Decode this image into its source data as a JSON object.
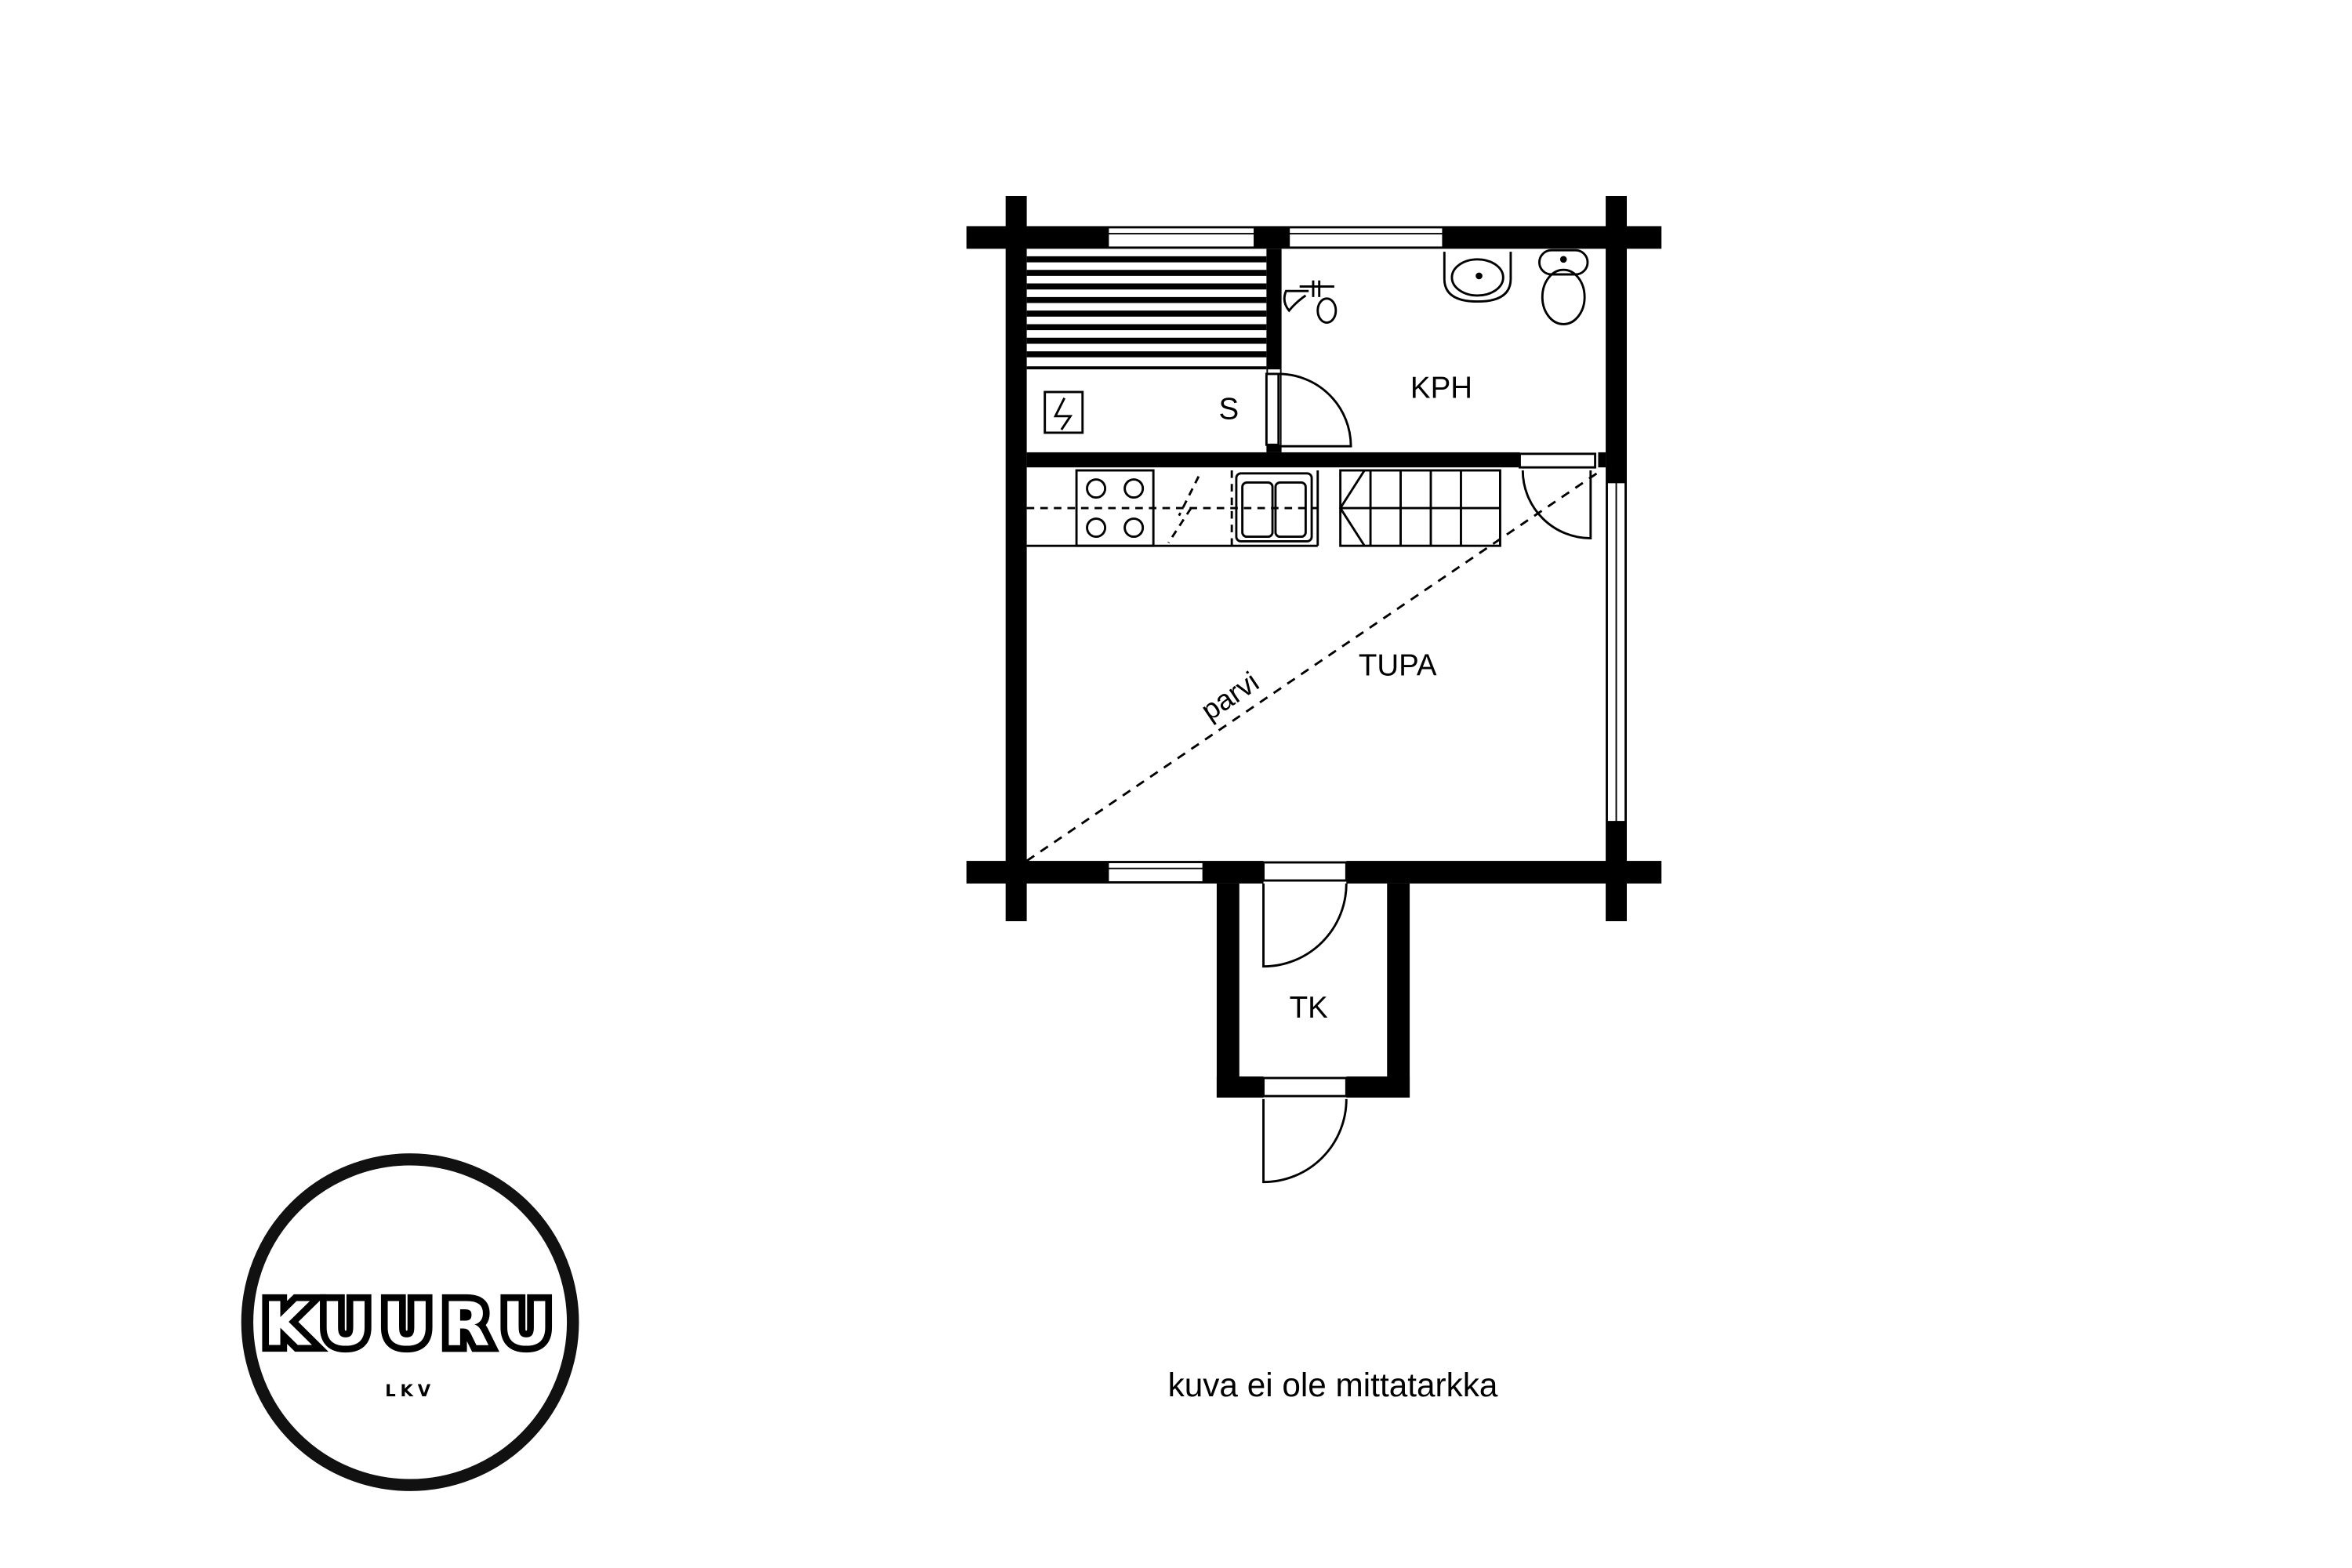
{
  "floorplan": {
    "rooms": {
      "sauna": "S",
      "bathroom": "KPH",
      "living_room": "TUPA",
      "vestibule": "TK",
      "loft": "parvi"
    },
    "caption": "kuva ei ole mittatarkka"
  },
  "logo": {
    "name": "KUURU",
    "subtitle": "LKV"
  }
}
